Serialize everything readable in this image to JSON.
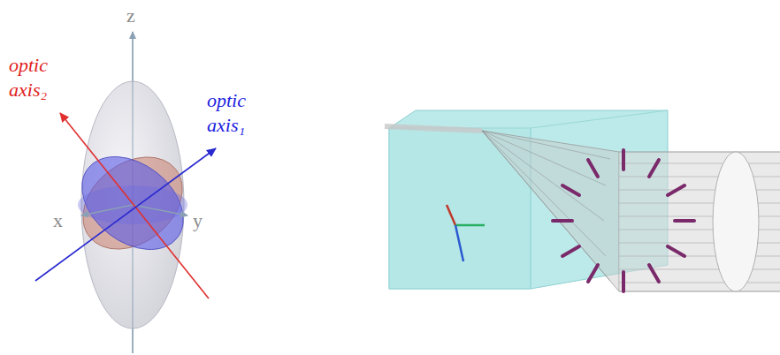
{
  "diagram": {
    "labels": [
      "z",
      "optic axis₂",
      "optic axis₁",
      "x",
      "y"
    ]
  }
}
